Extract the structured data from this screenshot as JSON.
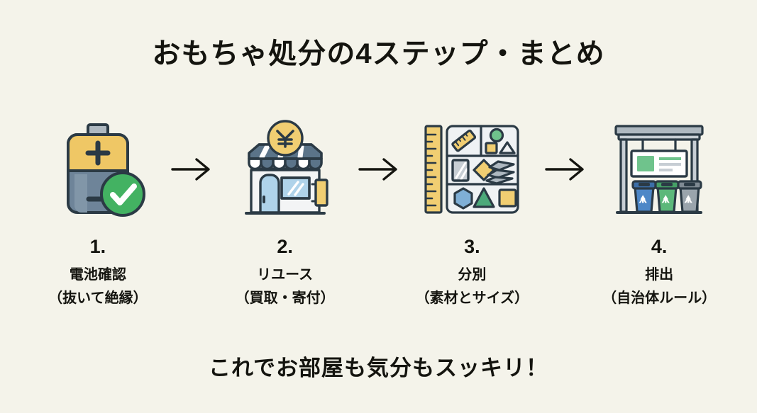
{
  "header": {
    "title": "おもちゃ処分の4ステップ・まとめ"
  },
  "footer": {
    "text": "これでお部屋も気分もスッキリ！"
  },
  "steps": [
    {
      "number": "1.",
      "label": "電池確認",
      "sub": "（抜いて絶縁）",
      "icon": "battery-check-icon"
    },
    {
      "number": "2.",
      "label": "リユース",
      "sub": "（買取・寄付）",
      "icon": "shop-yen-icon"
    },
    {
      "number": "3.",
      "label": "分別",
      "sub": "（素材とサイズ）",
      "icon": "ruler-sorting-icon"
    },
    {
      "number": "4.",
      "label": "排出",
      "sub": "（自治体ルール）",
      "icon": "recycling-station-icon"
    }
  ],
  "arrows": [
    {
      "name": "arrow-1-to-2",
      "glyph": "→"
    },
    {
      "name": "arrow-2-to-3",
      "glyph": "→"
    },
    {
      "name": "arrow-3-to-4",
      "glyph": "→"
    }
  ],
  "colors": {
    "background": "#F4F3EA",
    "text": "#14140F",
    "outline": "#2B3A45",
    "gold": "#EFC765",
    "gold_light": "#F6DA96",
    "slate": "#6E8499",
    "slate_dark": "#4C637A",
    "green": "#43B262",
    "green_light": "#6FC38C",
    "blue": "#4D87C7",
    "blue_light": "#9CC6E8",
    "gray": "#9AA4AC",
    "gray_light": "#C7CED4",
    "white": "#FFFFFF"
  }
}
